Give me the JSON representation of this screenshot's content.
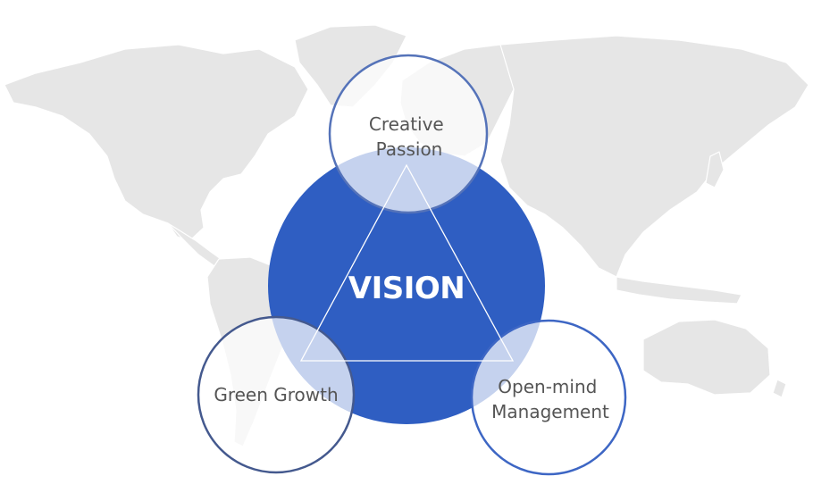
{
  "diagram": {
    "center": {
      "label": "VISION",
      "color": "#2f5ec2"
    },
    "nodes": [
      {
        "id": "creative-passion",
        "lines": [
          "Creative",
          "Passion"
        ],
        "border_color": "#5573b9"
      },
      {
        "id": "green-growth",
        "lines": [
          "Green Growth"
        ],
        "border_color": "#44598e"
      },
      {
        "id": "open-mind-management",
        "lines": [
          "Open-mind",
          "Management"
        ],
        "border_color": "#3d66c4"
      }
    ],
    "background": "world-map",
    "map_color": "#e6e6e6",
    "connector": "triangle"
  }
}
